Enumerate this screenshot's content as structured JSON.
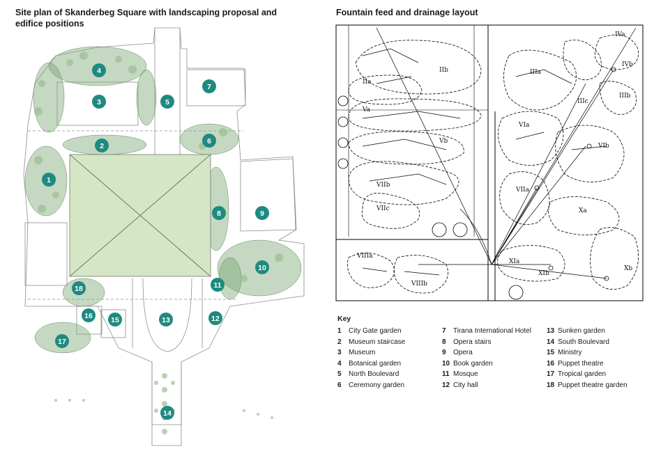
{
  "left_title": "Site plan of Skanderbeg Square with landscaping proposal and edifice positions",
  "right_title": "Fountain feed and drainage layout",
  "key": {
    "title": "Key",
    "items": [
      {
        "num": "1",
        "label": "City Gate garden"
      },
      {
        "num": "2",
        "label": "Museum staircase"
      },
      {
        "num": "3",
        "label": "Museum"
      },
      {
        "num": "4",
        "label": "Botanical garden"
      },
      {
        "num": "5",
        "label": "North Boulevard"
      },
      {
        "num": "6",
        "label": "Ceremony garden"
      },
      {
        "num": "7",
        "label": "Tirana International Hotel"
      },
      {
        "num": "8",
        "label": "Opera stairs"
      },
      {
        "num": "9",
        "label": "Opera"
      },
      {
        "num": "10",
        "label": "Book garden"
      },
      {
        "num": "11",
        "label": "Mosque"
      },
      {
        "num": "12",
        "label": "City hall"
      },
      {
        "num": "13",
        "label": "Sunken garden"
      },
      {
        "num": "14",
        "label": "South Boulevard"
      },
      {
        "num": "15",
        "label": "Ministry"
      },
      {
        "num": "16",
        "label": "Puppet theatre"
      },
      {
        "num": "17",
        "label": "Tropical garden"
      },
      {
        "num": "18",
        "label": "Puppet theatre garden"
      }
    ]
  },
  "zone_labels": [
    "IVa",
    "IVb",
    "IIIa",
    "IIIb",
    "IIa",
    "IIb",
    "IIIc",
    "VIa",
    "VIb",
    "VIIa",
    "VIIb",
    "VIIc",
    "Va",
    "Vb",
    "Xa",
    "Xb",
    "XIa",
    "XIb",
    "VIIIa",
    "VIIIb"
  ],
  "colors": {
    "marker": "#1f8a80",
    "square": "#d4e6c3",
    "vegetation": "#7fa877"
  }
}
